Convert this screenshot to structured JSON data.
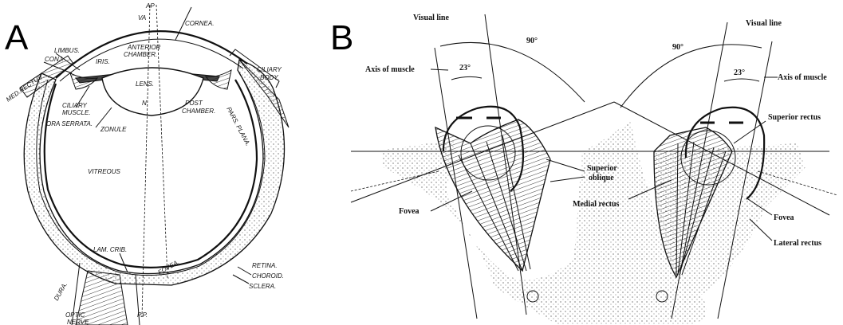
{
  "panel_a": {
    "letter": "A",
    "labels": {
      "ap": "AP",
      "va": "VA",
      "cornea": "CORNEA.",
      "limbus": "LIMBUS.",
      "conj": "CONJ.",
      "iris": "IRIS.",
      "anterior_chamber_1": "ANTERIOR",
      "anterior_chamber_2": "CHAMBER.",
      "ciliary_body_1": "CILIARY",
      "ciliary_body_2": "BODY.",
      "med_rectus": "MED.RECTUS",
      "lens": "LENS.",
      "n": "N.",
      "ciliary_muscle_1": "CILIARY",
      "ciliary_muscle_2": "MUSCLE.",
      "post_chamber_1": "POST",
      "post_chamber_2": "CHAMBER.",
      "pars_plana": "PARS. PLANA.",
      "ora_serrata": "ORA SERRATA.",
      "zonule": "ZONULE",
      "vitreous": "VITREOUS",
      "lam_crib": "LAM. CRIB.",
      "fovea": "FOVEA.",
      "retina": "RETINA.",
      "choroid": "CHOROID.",
      "sclera": "SCLERA.",
      "dura": "DURA.",
      "optic_nerve_1": "OPTIC",
      "optic_nerve_2": "NERVE",
      "pp": "P.P."
    }
  },
  "panel_b": {
    "letter": "B",
    "labels": {
      "visual_line_left": "Visual line",
      "visual_line_right": "Visual line",
      "angle_90_left": "90°",
      "angle_90_right": "90°",
      "angle_23_left": "23°",
      "angle_23_right": "23°",
      "axis_of_muscle_left": "Axis of muscle",
      "axis_of_muscle_right": "Axis of muscle",
      "superior_rectus": "Superior rectus",
      "superior_oblique_1": "Superior",
      "superior_oblique_2": "oblique",
      "fovea_left": "Fovea",
      "fovea_right": "Fovea",
      "medial_rectus": "Medial rectus",
      "lateral_rectus": "Lateral rectus"
    }
  }
}
